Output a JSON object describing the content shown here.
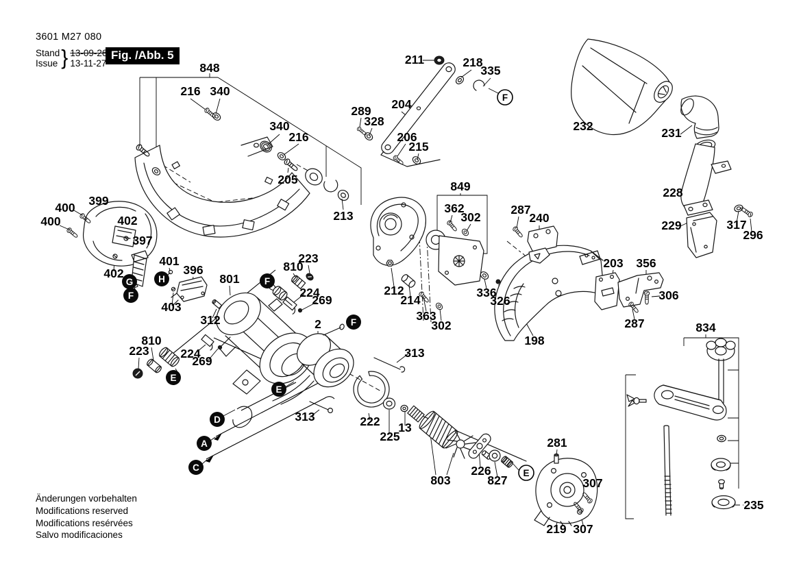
{
  "header": {
    "doc_number": "3601 M27 080",
    "stand_label": "Stand",
    "issue_label": "Issue",
    "brace": "}",
    "stand_date": "13-09-26",
    "issue_date": "13-11-27",
    "figure_label": "Fig. /Abb. 5"
  },
  "footer": {
    "line1": "Änderungen vorbehalten",
    "line2": "Modifications reserved",
    "line3": "Modifications resérvées",
    "line4": "Salvo modificaciones"
  },
  "part_labels": [
    "848",
    "216",
    "340",
    "340",
    "216",
    "205",
    "213",
    "211",
    "218",
    "335",
    "204",
    "289",
    "328",
    "206",
    "215",
    "232",
    "231",
    "228",
    "229",
    "317",
    "296",
    "849",
    "362",
    "302",
    "287",
    "240",
    "203",
    "356",
    "306",
    "287",
    "336",
    "326",
    "212",
    "214",
    "363",
    "302",
    "198",
    "400",
    "399",
    "400",
    "402",
    "397",
    "402",
    "401",
    "396",
    "403",
    "801",
    "312",
    "810",
    "223",
    "224",
    "269",
    "2",
    "313",
    "810",
    "223",
    "224",
    "269",
    "313",
    "222",
    "225",
    "13",
    "803",
    "226",
    "827",
    "281",
    "307",
    "219",
    "307",
    "834",
    "235"
  ],
  "letters_filled": [
    "G",
    "F",
    "H",
    "F",
    "F",
    "E",
    "E",
    "D",
    "A",
    "C"
  ],
  "letters_open": [
    "F",
    "E"
  ]
}
